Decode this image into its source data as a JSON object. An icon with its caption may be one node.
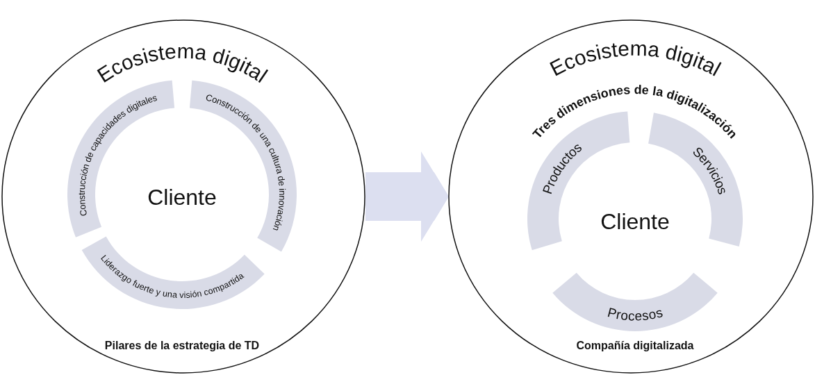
{
  "diagram": {
    "nodes": [
      {
        "text": [
          "Ecosistema digital",
          "Cliente",
          "Pilares de la estrategia de TD"
        ]
      },
      {
        "text": [
          "Construcción de capacidades digitales"
        ],
        "in": 0
      },
      {
        "text": [
          "Construcción de una cultura de innovación"
        ],
        "in": 0
      },
      {
        "text": [
          "Liderazgo fuerte y una visión compartida"
        ],
        "in": 0
      },
      {
        "text": [
          "Ecosistema digital",
          "Tres dimensiones de la digitalización",
          "Cliente",
          "Compañía digitalizada"
        ]
      },
      {
        "text": [
          "Productos"
        ],
        "in": 4
      },
      {
        "text": [
          "Servicios"
        ],
        "in": 4
      },
      {
        "text": [
          "Procesos"
        ],
        "in": 4
      }
    ],
    "edges": [
      {
        "from": 0,
        "to": 4,
        "arrow": "to",
        "color": "#dcdff0"
      }
    ]
  }
}
